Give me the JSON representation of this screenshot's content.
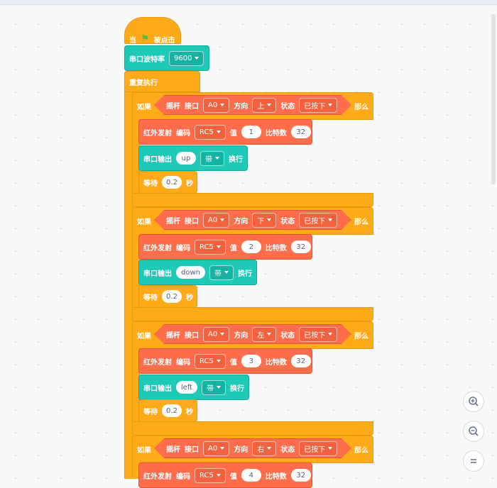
{
  "hat": {
    "prefix": "当",
    "suffix": "被点击"
  },
  "serial_baud": {
    "label": "串口波特率",
    "value": "9600"
  },
  "loop": {
    "label": "重复执行"
  },
  "conditions": [
    {
      "if_label": "如果",
      "then_label": "那么",
      "joystick": "摇杆",
      "port_label": "接口",
      "port": "A0",
      "direction_label": "方向",
      "direction": "上",
      "state_label": "状态",
      "state": "已按下",
      "ir": {
        "label": "红外发射",
        "code_label": "编码",
        "code": "RC5",
        "value_label": "值",
        "value": "1",
        "bits_label": "比特数",
        "bits": "32"
      },
      "serial": {
        "label": "串口输出",
        "text": "up",
        "mode": "带",
        "newline": "换行"
      },
      "wait": {
        "label": "等待",
        "value": "0.2",
        "unit": "秒"
      }
    },
    {
      "if_label": "如果",
      "then_label": "那么",
      "joystick": "摇杆",
      "port_label": "接口",
      "port": "A0",
      "direction_label": "方向",
      "direction": "下",
      "state_label": "状态",
      "state": "已按下",
      "ir": {
        "label": "红外发射",
        "code_label": "编码",
        "code": "RC5",
        "value_label": "值",
        "value": "2",
        "bits_label": "比特数",
        "bits": "32"
      },
      "serial": {
        "label": "串口输出",
        "text": "down",
        "mode": "带",
        "newline": "换行"
      },
      "wait": {
        "label": "等待",
        "value": "0.2",
        "unit": "秒"
      }
    },
    {
      "if_label": "如果",
      "then_label": "那么",
      "joystick": "摇杆",
      "port_label": "接口",
      "port": "A0",
      "direction_label": "方向",
      "direction": "左",
      "state_label": "状态",
      "state": "已按下",
      "ir": {
        "label": "红外发射",
        "code_label": "编码",
        "code": "RC5",
        "value_label": "值",
        "value": "3",
        "bits_label": "比特数",
        "bits": "32"
      },
      "serial": {
        "label": "串口输出",
        "text": "left",
        "mode": "带",
        "newline": "换行"
      },
      "wait": {
        "label": "等待",
        "value": "0.2",
        "unit": "秒"
      }
    },
    {
      "if_label": "如果",
      "then_label": "那么",
      "joystick": "摇杆",
      "port_label": "接口",
      "port": "A0",
      "direction_label": "方向",
      "direction": "右",
      "state_label": "状态",
      "state": "已按下",
      "ir": {
        "label": "红外发射",
        "code_label": "编码",
        "code": "RC5",
        "value_label": "值",
        "value": "4",
        "bits_label": "比特数",
        "bits": "32"
      }
    }
  ],
  "zoom": {
    "in_icon": "zoom-in-icon",
    "out_icon": "zoom-out-icon",
    "reset_icon": "zoom-reset-icon"
  }
}
